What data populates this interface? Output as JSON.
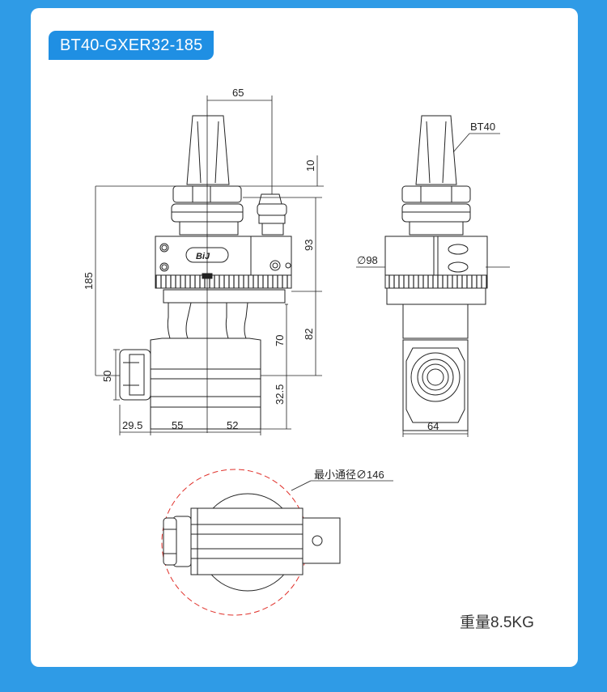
{
  "title": "BT40-GXER32-185",
  "weight": "重量8.5KG",
  "dimensions": {
    "d65": "65",
    "d10": "10",
    "d93": "93",
    "d185": "185",
    "d82": "82",
    "d70": "70",
    "d50": "50",
    "d32_5": "32.5",
    "d29_5": "29.5",
    "d55": "55",
    "d52": "52",
    "d98": "∅98",
    "d64": "64"
  },
  "labels": {
    "taper": "BT40",
    "logo": "BiJ",
    "min_diameter": "最小通径∅146"
  },
  "colors": {
    "background": "#2f9be6",
    "tag": "#1f8fe3",
    "line": "#222222",
    "red_circle": "#e0302a"
  }
}
